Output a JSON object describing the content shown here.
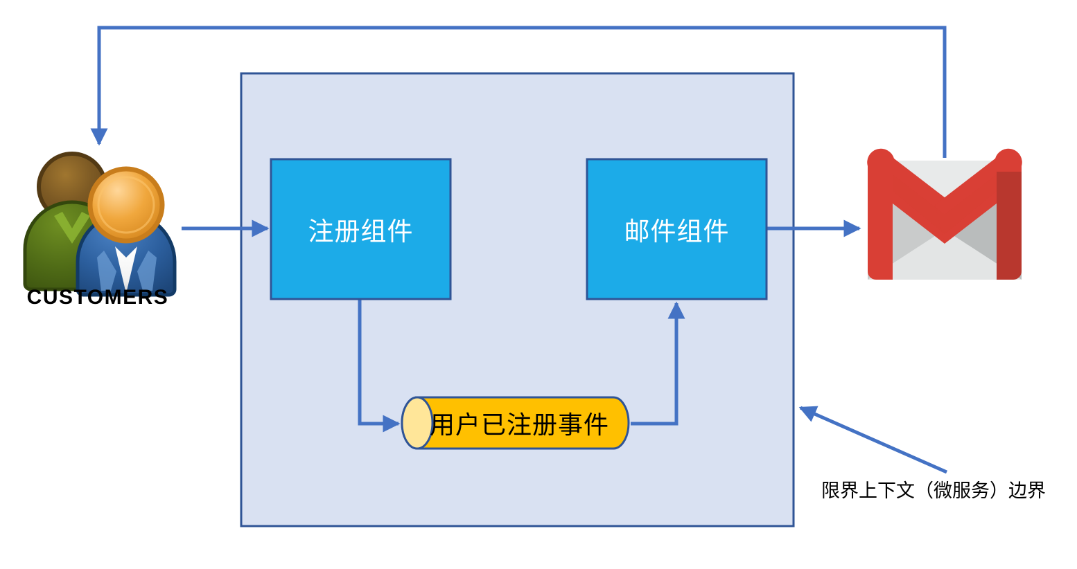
{
  "diagram": {
    "type": "architecture-flow-diagram",
    "colors": {
      "boundary_fill": "#d9e1f2",
      "boundary_stroke": "#2f5496",
      "component_fill": "#1cabe8",
      "component_stroke": "#2f5496",
      "component_text": "#ffffff",
      "queue_fill": "#ffc000",
      "queue_cap_fill": "#ffe699",
      "queue_stroke": "#2f5496",
      "connector": "#4472c4",
      "gmail_red": "#d93f35",
      "gmail_red_dark": "#b8372e",
      "gmail_paper": "#e8eaea",
      "gmail_paper_shade": "#b9bcbc",
      "text": "#000000"
    },
    "boundary": {
      "name": "bounded-context-boundary",
      "caption": "限界上下文（微服务）边界"
    },
    "nodes": [
      {
        "id": "customers",
        "kind": "actor-icon",
        "label": "CUSTOMERS",
        "icon": "customers-people-icon"
      },
      {
        "id": "registration-component",
        "kind": "component-box",
        "label": "注册组件"
      },
      {
        "id": "mail-component",
        "kind": "component-box",
        "label": "邮件组件"
      },
      {
        "id": "user-registered-event",
        "kind": "queue-cylinder",
        "label": "用户已注册事件"
      },
      {
        "id": "gmail",
        "kind": "service-icon",
        "label": "",
        "icon": "gmail-envelope-icon"
      }
    ],
    "connectors": [
      {
        "id": "customers-to-registration",
        "from": "customers",
        "to": "registration-component",
        "label": "",
        "style": "straight-arrow-right"
      },
      {
        "id": "registration-to-event",
        "from": "registration-component",
        "to": "user-registered-event",
        "label": "",
        "style": "elbow-down-right"
      },
      {
        "id": "event-to-mail",
        "from": "user-registered-event",
        "to": "mail-component",
        "label": "",
        "style": "elbow-right-up"
      },
      {
        "id": "mail-to-gmail",
        "from": "mail-component",
        "to": "gmail",
        "label": "",
        "style": "straight-arrow-right"
      },
      {
        "id": "gmail-to-customers",
        "from": "gmail",
        "to": "customers",
        "label": "",
        "style": "elbow-up-left-down"
      },
      {
        "id": "caption-pointer",
        "from": "boundary-caption",
        "to": "bounded-context-boundary",
        "label": "",
        "style": "diagonal-arrow-up-left"
      }
    ]
  }
}
